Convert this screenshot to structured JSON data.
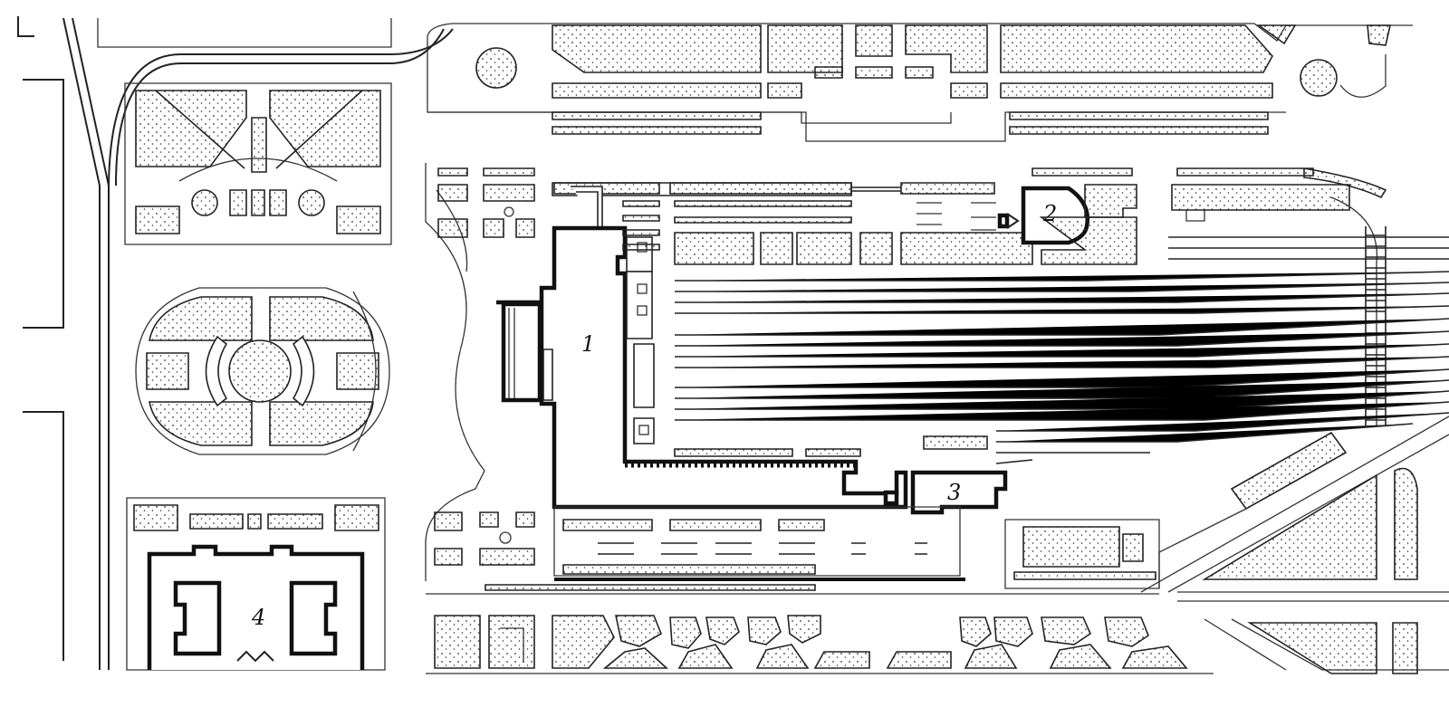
{
  "figure": {
    "labels": [
      {
        "key": "building-1",
        "text": "1"
      },
      {
        "key": "building-2",
        "text": "2"
      },
      {
        "key": "building-3",
        "text": "3"
      },
      {
        "key": "building-4",
        "text": "4"
      }
    ]
  }
}
